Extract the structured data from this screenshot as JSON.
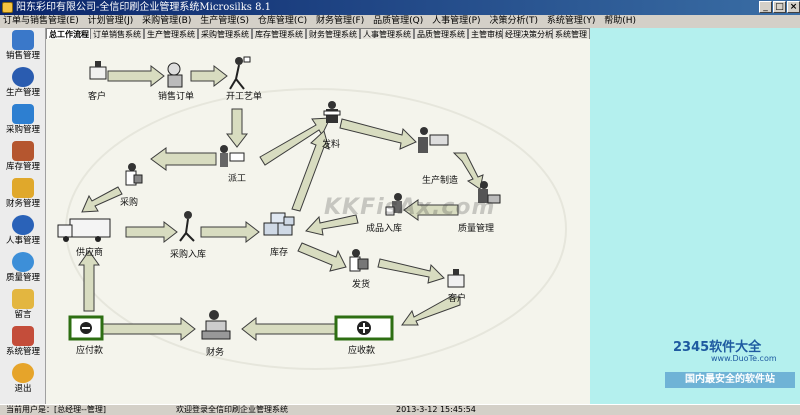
{
  "window": {
    "title": "阳东彩印有限公司-全信印刷企业管理系统Microsilks 8.1",
    "controls": [
      "_",
      "□",
      "×"
    ]
  },
  "menu": [
    "订单与销售管理(E)",
    "计划管理(J)",
    "采购管理(B)",
    "生产管理(S)",
    "仓库管理(C)",
    "财务管理(F)",
    "品质管理(Q)",
    "人事管理(P)",
    "决策分析(T)",
    "系统管理(Y)",
    "帮助(H)"
  ],
  "sidebar": [
    {
      "label": "销售管理",
      "icon": "sales-icon",
      "color": "#3a78c9"
    },
    {
      "label": "生产管理",
      "icon": "production-icon",
      "color": "#2a5cb0"
    },
    {
      "label": "采购管理",
      "icon": "cart-icon",
      "color": "#2d7fd1"
    },
    {
      "label": "库存管理",
      "icon": "warehouse-icon",
      "color": "#b5562f"
    },
    {
      "label": "财务管理",
      "icon": "finance-icon",
      "color": "#e0a82b"
    },
    {
      "label": "人事管理",
      "icon": "personnel-icon",
      "color": "#2a62b8"
    },
    {
      "label": "质量管理",
      "icon": "quality-icon",
      "color": "#3d8fd8"
    },
    {
      "label": "留言",
      "icon": "message-icon",
      "color": "#e3b640"
    },
    {
      "label": "系统管理",
      "icon": "system-icon",
      "color": "#c44d3a"
    },
    {
      "label": "退出",
      "icon": "exit-icon",
      "color": "#e6a42a"
    }
  ],
  "tabs": [
    "总工作流程",
    "订单销售系统",
    "生产管理系统",
    "采购管理系统",
    "库存管理系统",
    "财务管理系统",
    "人事管理系统",
    "品质管理系统",
    "主管审核",
    "经理决策分析",
    "系统管理"
  ],
  "flow": {
    "nodes": {
      "customer_top": "客户",
      "sales_order": "销售订单",
      "craft_order": "开工艺单",
      "dispatch": "派工",
      "issue_material": "发料",
      "production": "生产制造",
      "quality": "质量管理",
      "finished_in": "成品入库",
      "purchase": "采购",
      "supplier": "供应商",
      "purchase_in": "采购入库",
      "inventory": "库存",
      "shipping": "发货",
      "customer_bottom": "客户",
      "payable": "应付款",
      "finance": "财务",
      "receivable": "应收款"
    },
    "watermark": "KKFisAx.com"
  },
  "status": {
    "user": "当前用户是：[总经理--管理]",
    "welcome": "欢迎登录全信印刷企业管理系统",
    "datetime": "2013-3-12 15:45:54"
  },
  "badge": {
    "logo": "2345软件大全",
    "url": "www.DuoTe.com",
    "slogan": "国内最安全的软件站"
  },
  "colors": {
    "accent": "#0a246a",
    "right_pane": "#b4f0ee",
    "canvas": "#f4f4ec",
    "arrow_fill": "#d8dcc0",
    "arrow_stroke": "#3c3c3c"
  }
}
